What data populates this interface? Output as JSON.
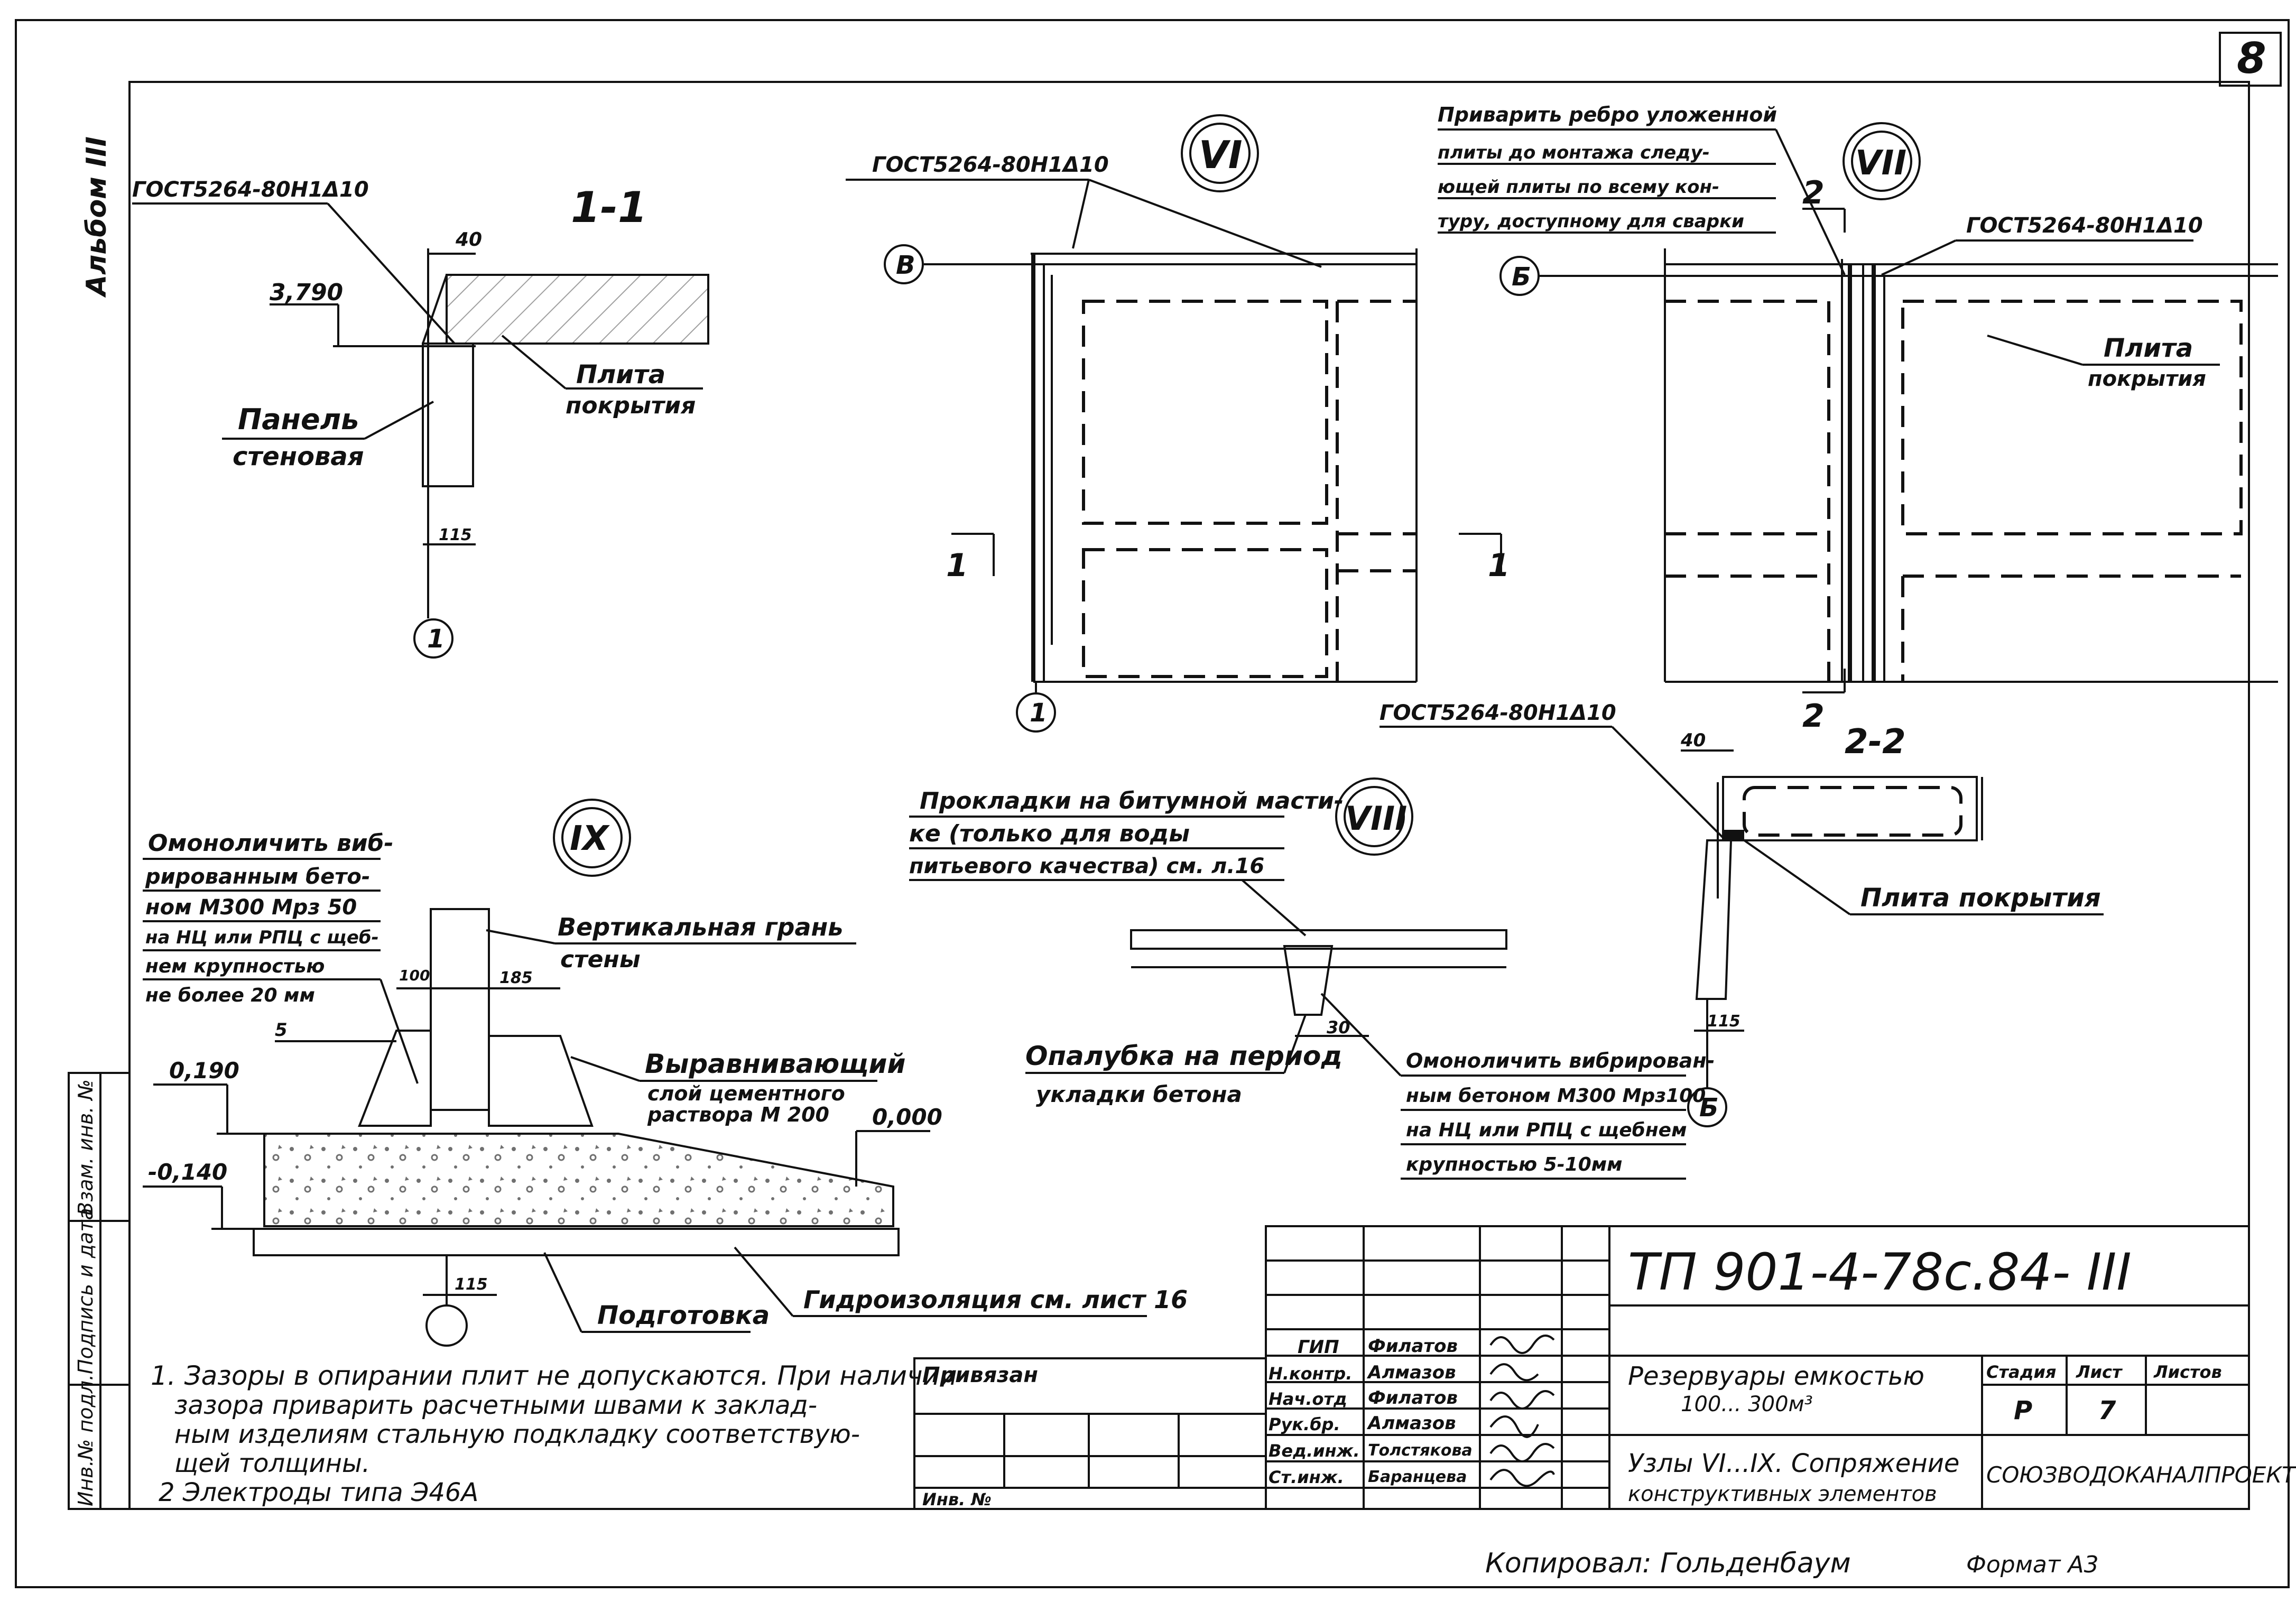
{
  "sheet": {
    "number": "8",
    "album": "Альбом III"
  },
  "section_1_1": {
    "title": "1-1",
    "gost": "ГОСТ5264-80Н1Δ10",
    "dim_40": "40",
    "level": "3,790",
    "slab_label": [
      "Плита",
      "покрытия"
    ],
    "panel_label": [
      "Панель",
      "стеновая"
    ],
    "dim_115": "115",
    "axis": "1"
  },
  "node_VI": {
    "badge": "VI",
    "gost": "ГОСТ5264-80Н1Δ10",
    "axis_b": "В",
    "cut": "1",
    "axis_1": "1"
  },
  "node_VII": {
    "badge": "VII",
    "note": [
      "Приварить ребро уложенной",
      "плиты до монтажа следу-",
      "ющей плиты по всему кон-",
      "туру, доступному для сварки"
    ],
    "gost": "ГОСТ5264-80Н1Δ10",
    "axis_b": "Б",
    "cut_top": "2",
    "cut_bottom": "2",
    "cut": "1",
    "slab_label": [
      "Плита",
      "покрытия"
    ]
  },
  "section_2_2": {
    "title": "2-2",
    "gost": "ГОСТ5264-80Н1Δ10",
    "dim_40": "40",
    "slab_label": "Плита покрытия",
    "dim_115": "115",
    "axis": "Б"
  },
  "node_VIII": {
    "badge": "VIII",
    "gasket_note": [
      "Прокладки на битумной масти-",
      "ке (только для воды",
      "питьевого качества) см. л.16"
    ],
    "formwork_note": [
      "Опалубка на период",
      "укладки бетона"
    ],
    "dim_30": "30",
    "concrete_note": [
      "Омоноличить вибрирован-",
      "ным бетоном М300 Мрз100",
      "на НЦ или РПЦ с щебнем",
      "крупностью 5-10мм"
    ]
  },
  "node_IX": {
    "badge": "IX",
    "concrete_note": [
      "Омоноличить виб-",
      "рированным бето-",
      "ном М300 Мрз 50",
      "на НЦ или РПЦ с щеб-",
      "нем крупностью",
      "не более 20 мм"
    ],
    "wall_face": [
      "Вертикальная грань",
      "стены"
    ],
    "dim_100": "100",
    "dim_185": "185",
    "dim_5": "5",
    "level_0190": "0,190",
    "level_0000": "0,000",
    "level_m0140": "-0,140",
    "leveling_layer": [
      "Выравнивающий",
      "слой цементного",
      "раствора М 200"
    ],
    "dim_115": "115",
    "base_label": "Подготовка",
    "waterproofing": "Гидроизоляция см. лист 16"
  },
  "notes": [
    "1. Зазоры в опирании плит не допускаются. При наличии",
    "зазора приварить расчетными швами к заклад-",
    "ным изделиям стальную подкладку соответствую-",
    "щей толщины.",
    "2 Электроды типа Э46А"
  ],
  "side_stamp": {
    "col1": "Инв.№ подл.",
    "col2": "Подпись и дата",
    "col3": "Взам. инв. №"
  },
  "title_block": {
    "code": "ТП 901-4-78с.84- III",
    "binding": "Привязан",
    "inv": "Инв. №",
    "roles": [
      "ГИП",
      "Н.контр.",
      "Нач.отд",
      "Рук.бр.",
      "Вед.инж.",
      "Ст.инж."
    ],
    "names": [
      "Филатов",
      "Алмазов",
      "Филатов",
      "Алмазов",
      "Толстякова",
      "Баранцева"
    ],
    "project_name": [
      "Резервуары емкостью",
      "100... 300м³"
    ],
    "sheet_title": [
      "Узлы VI...IX. Сопряжение",
      "конструктивных элементов"
    ],
    "stage_header": "Стадия",
    "sheet_header": "Лист",
    "sheets_header": "Листов",
    "stage": "Р",
    "sheet": "7",
    "org": "СОЮЗВОДОКАНАЛПРОЕКТ"
  },
  "footer": {
    "copied": "Копировал: Гольденбаум",
    "format": "Формат А3"
  }
}
